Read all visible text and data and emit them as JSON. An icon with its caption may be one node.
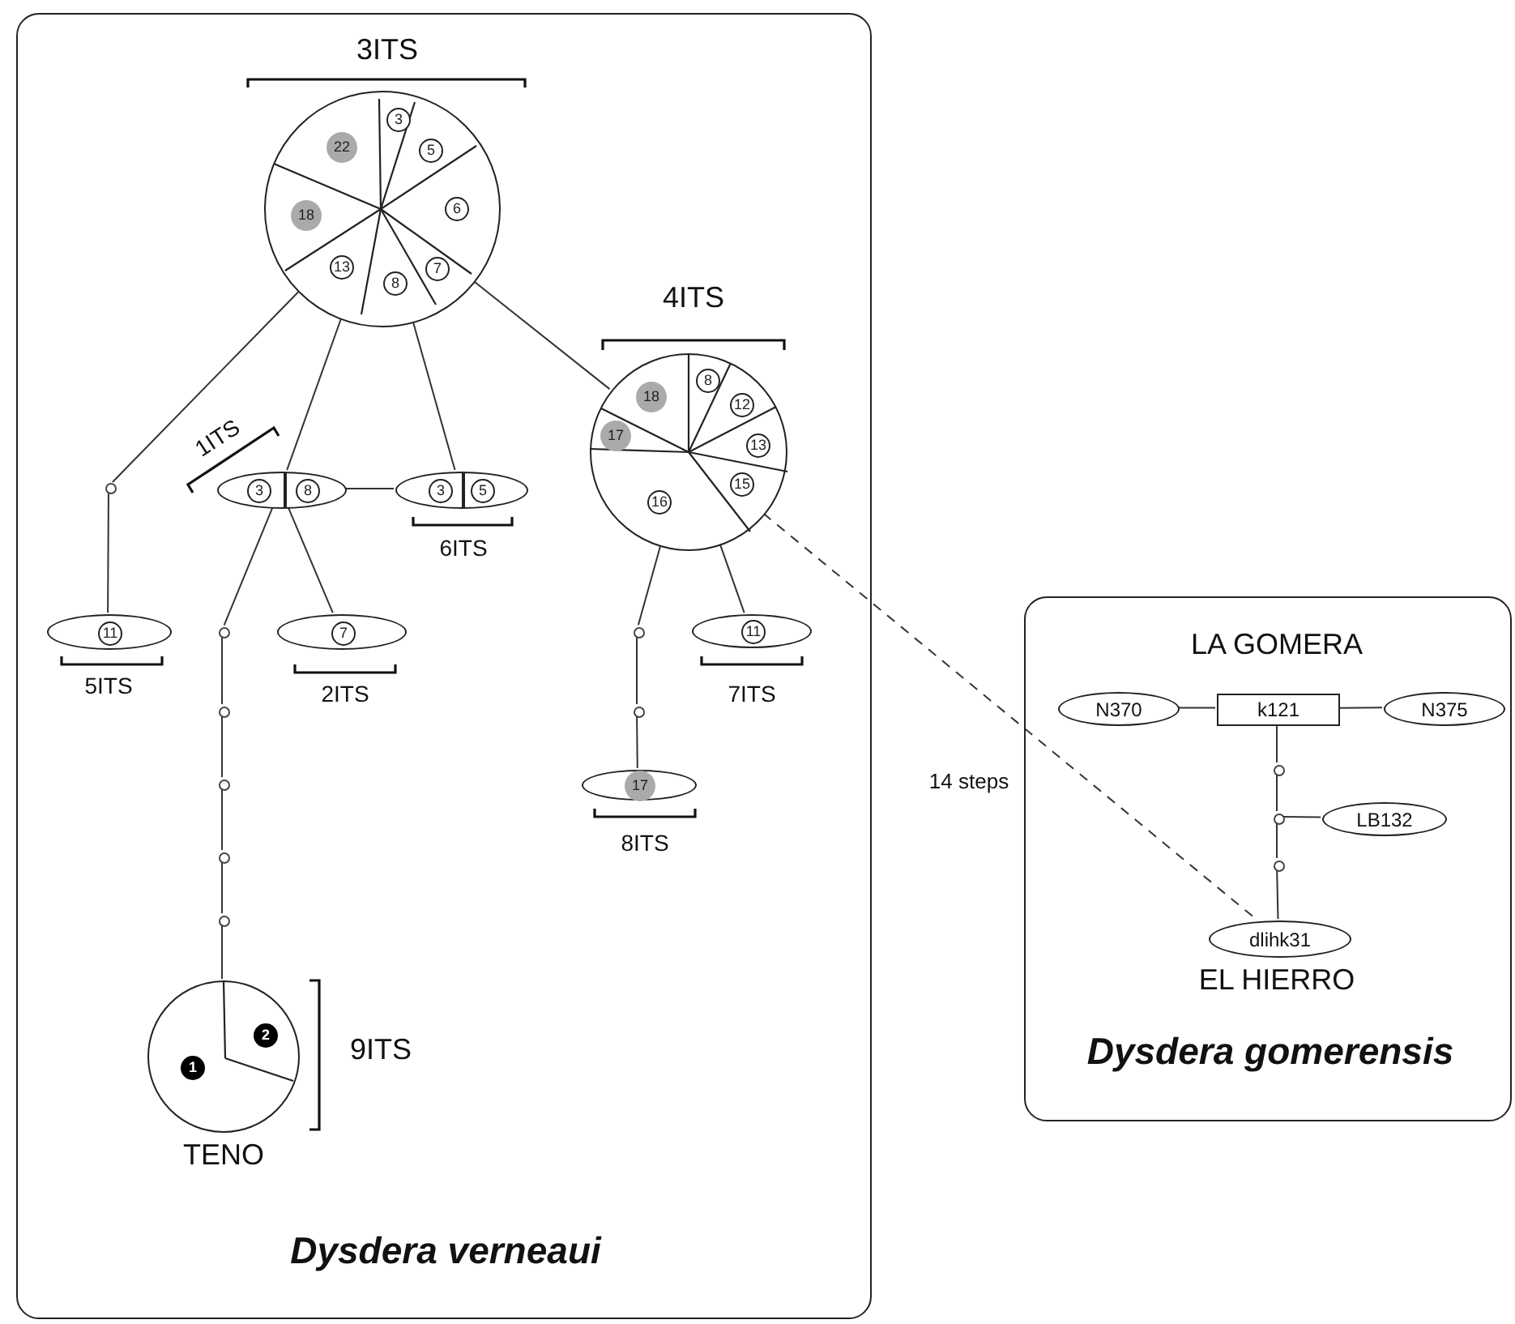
{
  "diagram": {
    "nodes": [
      {
        "text": [
          "Dysdera verneaui"
        ]
      },
      {
        "text": [
          "Dysdera gomerensis"
        ]
      },
      {
        "text": [
          "3",
          "5",
          "6",
          "7",
          "8",
          "13",
          "18",
          "22"
        ],
        "beside": [
          "3ITS"
        ],
        "in": 0
      },
      {
        "text": [
          "8",
          "12",
          "13",
          "15",
          "16",
          "17",
          "18"
        ],
        "beside": [
          "4ITS"
        ],
        "in": 0
      },
      {
        "text": [],
        "shape": "circle",
        "in": 0
      },
      {
        "text": [
          "3",
          "8"
        ],
        "beside": [
          "1ITS"
        ],
        "in": 0
      },
      {
        "text": [
          "3",
          "5"
        ],
        "beside": [
          "6ITS"
        ],
        "in": 0
      },
      {
        "text": [
          "11"
        ],
        "beside": [
          "5ITS"
        ],
        "in": 0
      },
      {
        "text": [
          "7"
        ],
        "beside": [
          "2ITS"
        ],
        "in": 0
      },
      {
        "text": [],
        "shape": "circle",
        "in": 0
      },
      {
        "text": [],
        "shape": "circle",
        "in": 0
      },
      {
        "text": [],
        "shape": "circle",
        "in": 0
      },
      {
        "text": [],
        "shape": "circle",
        "in": 0
      },
      {
        "text": [],
        "shape": "circle",
        "in": 0
      },
      {
        "text": [
          "1",
          "2"
        ],
        "beside": [
          "9ITS",
          "TENO"
        ],
        "in": 0
      },
      {
        "text": [],
        "shape": "circle",
        "in": 0
      },
      {
        "text": [],
        "shape": "circle",
        "in": 0
      },
      {
        "text": [
          "17"
        ],
        "beside": [
          "8ITS"
        ],
        "in": 0
      },
      {
        "text": [
          "11"
        ],
        "beside": [
          "7ITS"
        ],
        "in": 0
      },
      {
        "text": [
          "N370"
        ],
        "in": 1
      },
      {
        "text": [
          "k121"
        ],
        "in": 1
      },
      {
        "text": [
          "N375"
        ],
        "in": 1
      },
      {
        "text": [],
        "shape": "circle",
        "in": 1
      },
      {
        "text": [],
        "shape": "circle",
        "in": 1
      },
      {
        "text": [
          "LB132"
        ],
        "in": 1
      },
      {
        "text": [],
        "shape": "circle",
        "in": 1
      },
      {
        "text": [
          "dlihk31"
        ],
        "in": 1
      }
    ],
    "edges": [
      {
        "from": 2,
        "to": 4,
        "arrow": "none"
      },
      {
        "from": 4,
        "to": 7,
        "arrow": "none"
      },
      {
        "from": 2,
        "to": 5,
        "arrow": "none"
      },
      {
        "from": 2,
        "to": 6,
        "arrow": "none"
      },
      {
        "from": 2,
        "to": 3,
        "arrow": "none"
      },
      {
        "from": 5,
        "to": 6,
        "arrow": "none"
      },
      {
        "from": 5,
        "to": 9,
        "arrow": "none"
      },
      {
        "from": 9,
        "to": 10,
        "arrow": "none"
      },
      {
        "from": 10,
        "to": 11,
        "arrow": "none"
      },
      {
        "from": 11,
        "to": 12,
        "arrow": "none"
      },
      {
        "from": 12,
        "to": 13,
        "arrow": "none"
      },
      {
        "from": 13,
        "to": 14,
        "arrow": "none"
      },
      {
        "from": 5,
        "to": 8,
        "arrow": "none"
      },
      {
        "from": 3,
        "to": 15,
        "arrow": "none"
      },
      {
        "from": 15,
        "to": 16,
        "arrow": "none"
      },
      {
        "from": 16,
        "to": 17,
        "arrow": "none"
      },
      {
        "from": 3,
        "to": 18,
        "arrow": "none"
      },
      {
        "from": 3,
        "to": 26,
        "arrow": "none",
        "style": "dashed",
        "label": "14 steps"
      },
      {
        "from": 19,
        "to": 20,
        "arrow": "none"
      },
      {
        "from": 20,
        "to": 21,
        "arrow": "none"
      },
      {
        "from": 20,
        "to": 22,
        "arrow": "none"
      },
      {
        "from": 22,
        "to": 23,
        "arrow": "none"
      },
      {
        "from": 23,
        "to": 24,
        "arrow": "none"
      },
      {
        "from": 23,
        "to": 25,
        "arrow": "none"
      },
      {
        "from": 25,
        "to": 26,
        "arrow": "none"
      }
    ],
    "labels": [
      "LA GOMERA",
      "EL HIERRO"
    ]
  }
}
